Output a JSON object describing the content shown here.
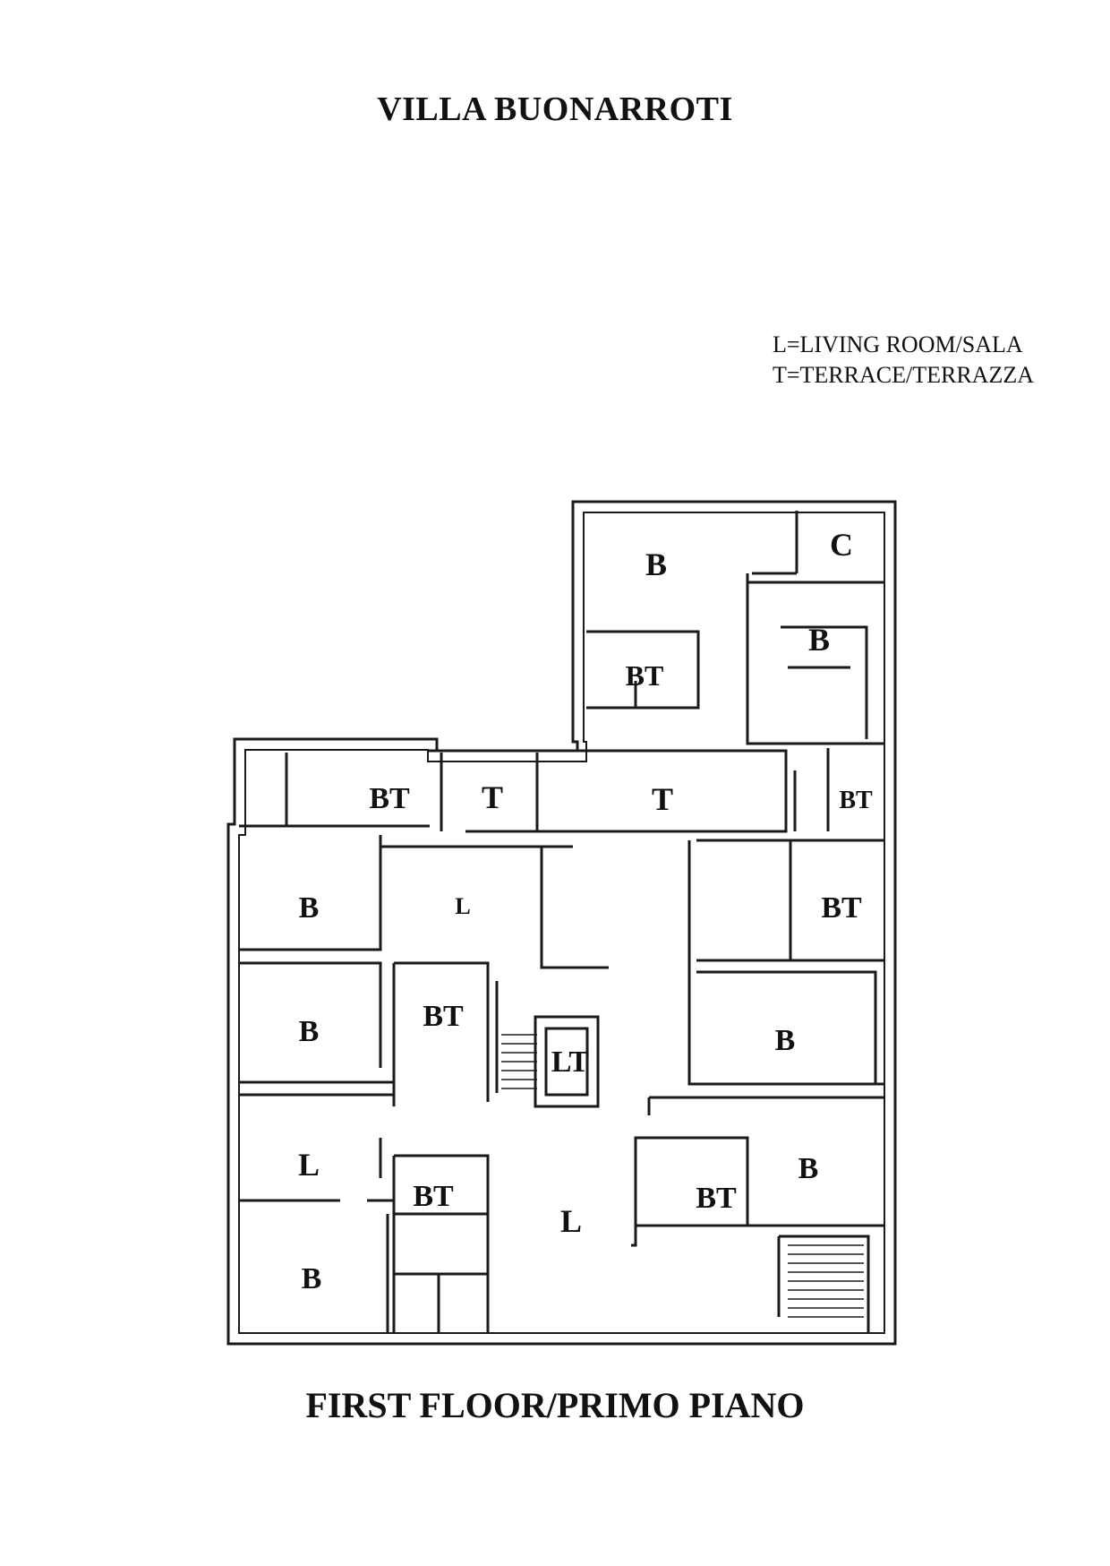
{
  "header": {
    "title": "VILLA BUONARROTI"
  },
  "legend": {
    "line1": "L=LIVING ROOM/SALA",
    "line2": "T=TERRACE/TERRAZZA"
  },
  "rooms": {
    "b_top": "B",
    "c_top": "C",
    "b_upper_right": "B",
    "bt_top_tower": "BT",
    "bt_upper_left": "BT",
    "t_small": "T",
    "t_large": "T",
    "bt_small_right": "BT",
    "b_left_1": "B",
    "l_center_upper": "L",
    "bt_right_upper": "BT",
    "b_left_2": "B",
    "bt_center": "BT",
    "lt_core": "LT",
    "b_right_mid": "B",
    "l_left_lower": "L",
    "bt_left_lower": "BT",
    "l_center_lower": "L",
    "bt_right_lower": "BT",
    "b_right_lower": "B",
    "b_left_bottom": "B"
  },
  "footer": {
    "title": "FIRST FLOOR/PRIMO PIANO"
  }
}
